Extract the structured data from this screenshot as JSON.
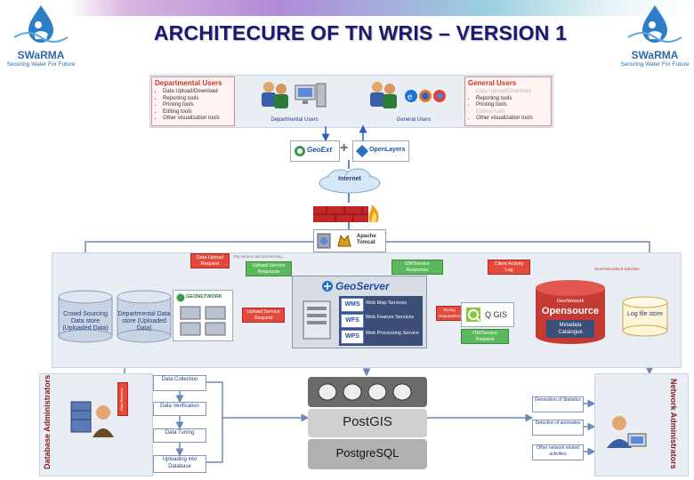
{
  "title": "ARCHITECURE  OF  TN WRIS – VERSION 1",
  "logo": {
    "name": "SWaRMA",
    "tagline": "Securing Water For Future"
  },
  "departmental_users": {
    "heading": "Departmental Users",
    "items": [
      "Data Upload/Download",
      "Reporting tools",
      "Printing tools",
      "Editing tools",
      "Other visualization tools"
    ],
    "caption": "Departmental Users"
  },
  "general_users": {
    "heading": "General Users",
    "items": [
      "Data Upload/Download",
      "Reporting tools",
      "Printing tools",
      "Editing tools",
      "Other visualization tools"
    ],
    "disabled_items": [
      0,
      3
    ],
    "caption": "General Users"
  },
  "clients": {
    "geoext": "GeoExt",
    "openlayers": "OpenLayers",
    "plus": "+"
  },
  "internet": "Internet",
  "apache": {
    "line1": "Apache",
    "line2": "Tomcat"
  },
  "labels": {
    "data_upload_request": "Data Upload Request",
    "ows_service_request_top": "Org service and processing ...",
    "upload_service_response": "Upload Service Response",
    "ows_service_response": "OWService Response",
    "client_activity_log": "Client Activity Log",
    "admin_notes": "Store/recordtool activities",
    "upload_service_request": "Upload Service Request",
    "styling_request": "Styling Request/Response",
    "ows_service_request": "OWService Request",
    "data_retrieval": "Data Retrieval"
  },
  "stores": {
    "crowd_sourcing": "Crowd Sourcing Data store (Uploaded Data)",
    "departmental": "Departmental Data store (Uploaded Data)"
  },
  "geonetwork": "GEONETWORK",
  "geoserver": {
    "name": "GeoServer",
    "services": [
      {
        "code": "WMS",
        "desc": "Web Map Services"
      },
      {
        "code": "WFS",
        "desc": "Web Feature Services"
      },
      {
        "code": "WPS",
        "desc": "Web Processing Service"
      }
    ]
  },
  "qgis": "Q GIS",
  "metadata": {
    "brand": "GeoNetwork",
    "name": "Opensource",
    "caption": "Metadata Catalogue"
  },
  "logfile": "Log file store",
  "db_admin": {
    "label": "Database Administrators",
    "steps": [
      "Data Collection",
      "Data Verification",
      "Data Tuning",
      "Uploading into Database"
    ]
  },
  "database": {
    "top": "PostGIS",
    "bottom": "PostgreSQL"
  },
  "net_admin": {
    "label": "Network Administrators",
    "steps": [
      "Generation of Statistics",
      "Detection of anomalies",
      "Other network related activities"
    ]
  },
  "colors": {
    "title": "#1a1a6e",
    "accent_red": "#e24b3b",
    "accent_green": "#5cb85c",
    "panel": "#e9eef5"
  }
}
